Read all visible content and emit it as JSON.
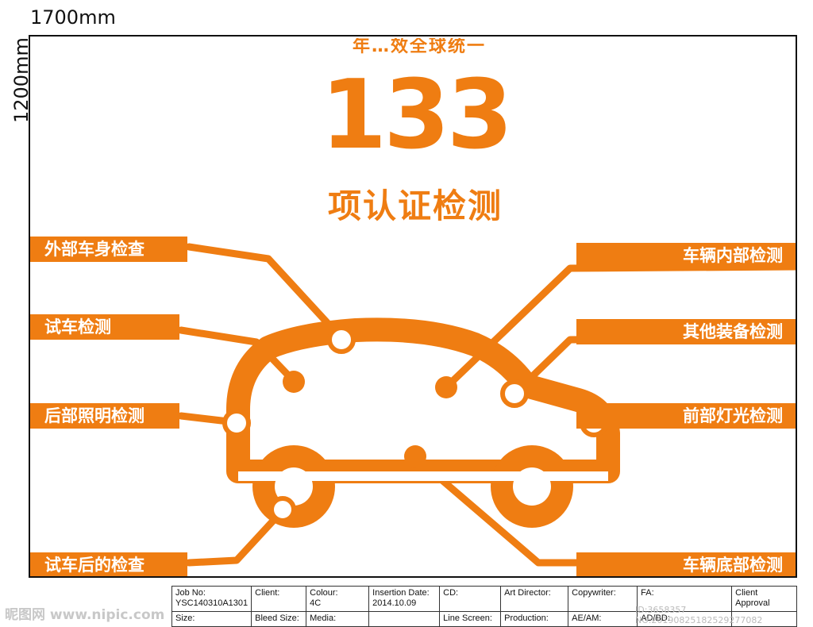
{
  "dimensions": {
    "width": "1700mm",
    "height": "1200mm"
  },
  "headline": {
    "top": "年…效全球统一",
    "number": "133",
    "subtitle": "项认证检测"
  },
  "labels_left": [
    "外部车身检查",
    "试车检测",
    "后部照明检测",
    "试车后的检查"
  ],
  "labels_right": [
    "车辆内部检测",
    "其他装备检测",
    "前部灯光检测",
    "车辆底部检测"
  ],
  "colors": {
    "accent": "#ef7d12",
    "frame": "#111111",
    "background": "#ffffff"
  },
  "job_table": {
    "row1": [
      {
        "label": "Job No:",
        "value": "YSC140310A1301"
      },
      {
        "label": "Client:",
        "value": ""
      },
      {
        "label": "Colour:",
        "value": "4C"
      },
      {
        "label": "Insertion Date:",
        "value": "2014.10.09"
      },
      {
        "label": "CD:",
        "value": ""
      },
      {
        "label": "Art Director:",
        "value": ""
      },
      {
        "label": "Copywriter:",
        "value": ""
      },
      {
        "label": "FA:",
        "value": ""
      },
      {
        "label": "Client Approval",
        "value": ""
      }
    ],
    "row2": [
      {
        "label": "Size:"
      },
      {
        "label": "Bleed Size:"
      },
      {
        "label": "Media:"
      },
      {
        "label": ""
      },
      {
        "label": "Line Screen:"
      },
      {
        "label": "Production:"
      },
      {
        "label": "AE/AM:"
      },
      {
        "label": "AD/BD:"
      },
      {
        "label": ""
      }
    ]
  },
  "watermark": {
    "left": "昵图网 www.nipic.com",
    "right": "ID:3658357 NO:20190825182529277082"
  }
}
